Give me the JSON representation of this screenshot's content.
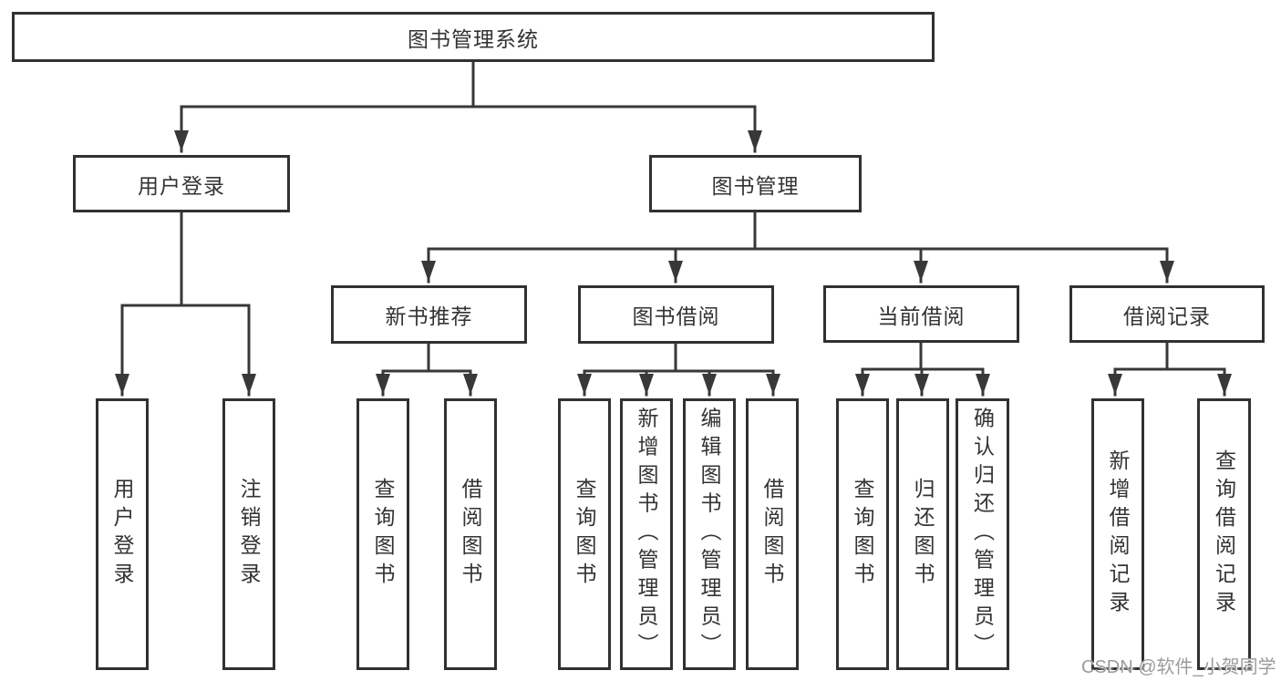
{
  "diagram": {
    "root": {
      "label": "图书管理系统",
      "children": [
        {
          "label": "用户登录",
          "children": [
            {
              "label": "用户登录"
            },
            {
              "label": "注销登录"
            }
          ]
        },
        {
          "label": "图书管理",
          "children": [
            {
              "label": "新书推荐",
              "children": [
                {
                  "label": "查询图书"
                },
                {
                  "label": "借阅图书"
                }
              ]
            },
            {
              "label": "图书借阅",
              "children": [
                {
                  "label": "查询图书"
                },
                {
                  "label": "新增图书（管理员）"
                },
                {
                  "label": "编辑图书（管理员）"
                },
                {
                  "label": "借阅图书"
                }
              ]
            },
            {
              "label": "当前借阅",
              "children": [
                {
                  "label": "查询图书"
                },
                {
                  "label": "归还图书"
                },
                {
                  "label": "确认归还（管理员）"
                }
              ]
            },
            {
              "label": "借阅记录",
              "children": [
                {
                  "label": "新增借阅记录"
                },
                {
                  "label": "查询借阅记录"
                }
              ]
            }
          ]
        }
      ]
    }
  },
  "watermark": {
    "text": "CSDN @软件_小贺同学"
  },
  "colors": {
    "line": "#383838",
    "box_border": "#313131",
    "text": "#333333",
    "background": "#ffffff",
    "watermark": "#9b9b9b"
  }
}
